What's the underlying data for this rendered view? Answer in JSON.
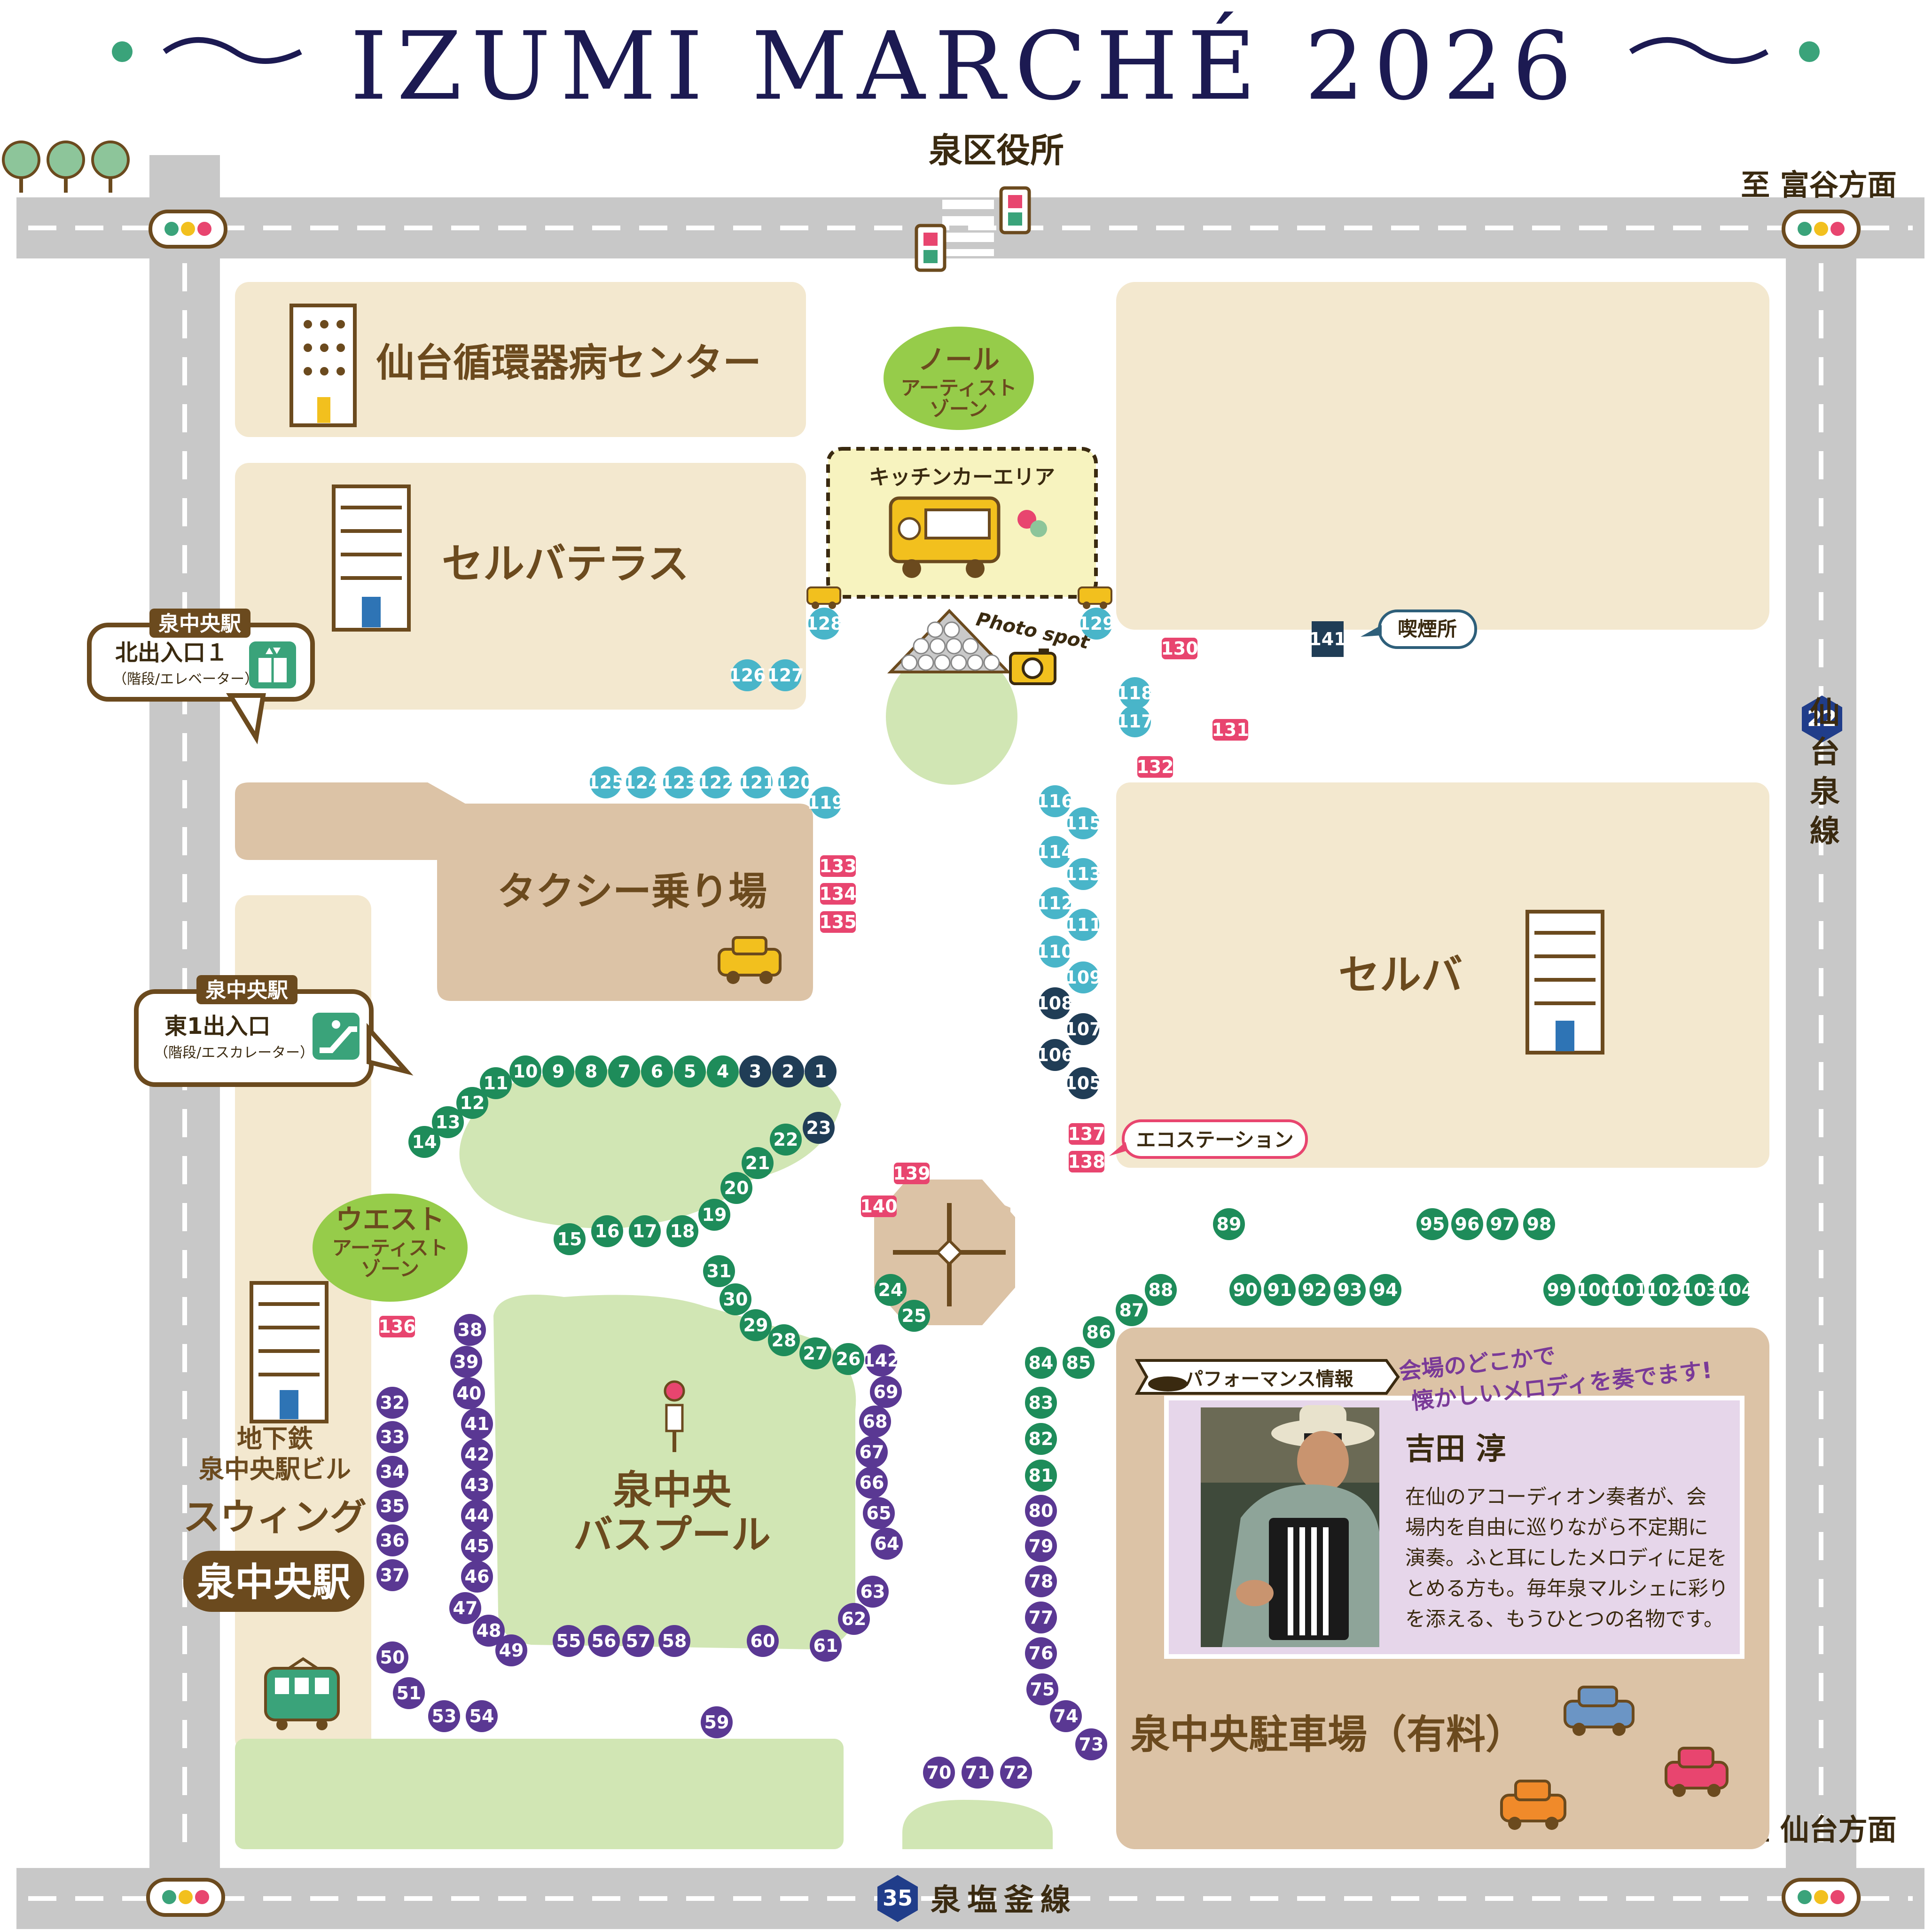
{
  "title": "IZUMI MARCHÉ 2026",
  "colors": {
    "road": "#c8c8c8",
    "building": "#f3e8cf",
    "brown_area": "#dcc3a6",
    "green_area": "#d1e6b4",
    "stall_green": "#1e8c5a",
    "stall_teal": "#49b5c9",
    "stall_purple": "#5a3893",
    "stall_navy": "#203d56",
    "stall_pink": "#e8456f",
    "title": "#1c1a52",
    "label_brown": "#6b4a1e"
  },
  "roads": {
    "north_label": "泉区役所",
    "northeast_dir": "至 富谷方面",
    "southeast_dir": "至 仙台方面",
    "east_route_num": "22",
    "east_route_name": "仙台泉線",
    "south_route_num": "35",
    "south_route_name": "泉塩釜線"
  },
  "buildings": {
    "hospital": "仙台循環器病センター",
    "cerva_terrace": "セルバテラス",
    "taxi": "タクシー乗り場",
    "cerva": "セルバ",
    "bus_pool_1": "泉中央",
    "bus_pool_2": "バスプール",
    "parking": "泉中央駐車場（有料）",
    "subway_bldg_1": "地下鉄",
    "subway_bldg_2": "泉中央駅ビル",
    "swing": "スウィング",
    "station": "泉中央駅"
  },
  "zones": {
    "north_zone_1": "ノール",
    "north_zone_2": "アーティスト",
    "north_zone_3": "ゾーン",
    "west_zone_1": "ウエスト",
    "west_zone_2": "アーティスト",
    "west_zone_3": "ゾーン",
    "kitchen": "キッチンカーエリア",
    "photo": "Photo spot"
  },
  "callouts": {
    "north_exit_station": "泉中央駅",
    "north_exit_name": "北出入口１",
    "north_exit_note": "（階段/エレベーター）",
    "east_exit_station": "泉中央駅",
    "east_exit_name": "東1出入口",
    "east_exit_note": "（階段/エスカレーター）",
    "smoking": "喫煙所",
    "eco": "エコステーション"
  },
  "performance": {
    "banner": "パフォーマンス情報",
    "tagline_1": "会場のどこかで",
    "tagline_2": "懐かしいメロディを奏でます!",
    "name": "吉田 淳",
    "desc_1": "在仙のアコーディオン奏者が、会",
    "desc_2": "場内を自由に巡りながら不定期に",
    "desc_3": "演奏。ふと耳にしたメロディに足を",
    "desc_4": "とめる方も。毎年泉マルシェに彩り",
    "desc_5": "を添える、もうひとつの名物です。"
  },
  "stalls": {
    "green": [
      "4",
      "5",
      "6",
      "7",
      "8",
      "9",
      "10",
      "11",
      "12",
      "13",
      "14",
      "15",
      "16",
      "17",
      "18",
      "19",
      "20",
      "21",
      "22",
      "24",
      "25",
      "26",
      "27",
      "28",
      "29",
      "30",
      "31",
      "81",
      "82",
      "83",
      "84",
      "85",
      "86",
      "87",
      "88",
      "89",
      "90",
      "91",
      "92",
      "93",
      "94",
      "95",
      "96",
      "97",
      "98",
      "99",
      "100",
      "101",
      "102",
      "103",
      "104"
    ],
    "navy": [
      "1",
      "2",
      "3",
      "23",
      "105",
      "106",
      "107",
      "108",
      "141"
    ],
    "teal": [
      "109",
      "110",
      "111",
      "112",
      "113",
      "114",
      "115",
      "116",
      "117",
      "118",
      "119",
      "120",
      "121",
      "122",
      "123",
      "124",
      "125",
      "126",
      "127",
      "128",
      "129"
    ],
    "purple": [
      "32",
      "33",
      "34",
      "35",
      "36",
      "37",
      "38",
      "39",
      "40",
      "41",
      "42",
      "43",
      "44",
      "45",
      "46",
      "47",
      "48",
      "49",
      "50",
      "51",
      "53",
      "54",
      "55",
      "56",
      "57",
      "58",
      "59",
      "60",
      "61",
      "62",
      "63",
      "64",
      "65",
      "66",
      "67",
      "68",
      "69",
      "70",
      "71",
      "72",
      "73",
      "74",
      "75",
      "76",
      "77",
      "78",
      "79",
      "80",
      "142"
    ],
    "pink": [
      "130",
      "131",
      "132",
      "133",
      "134",
      "135",
      "136",
      "137",
      "138",
      "139",
      "140"
    ]
  }
}
